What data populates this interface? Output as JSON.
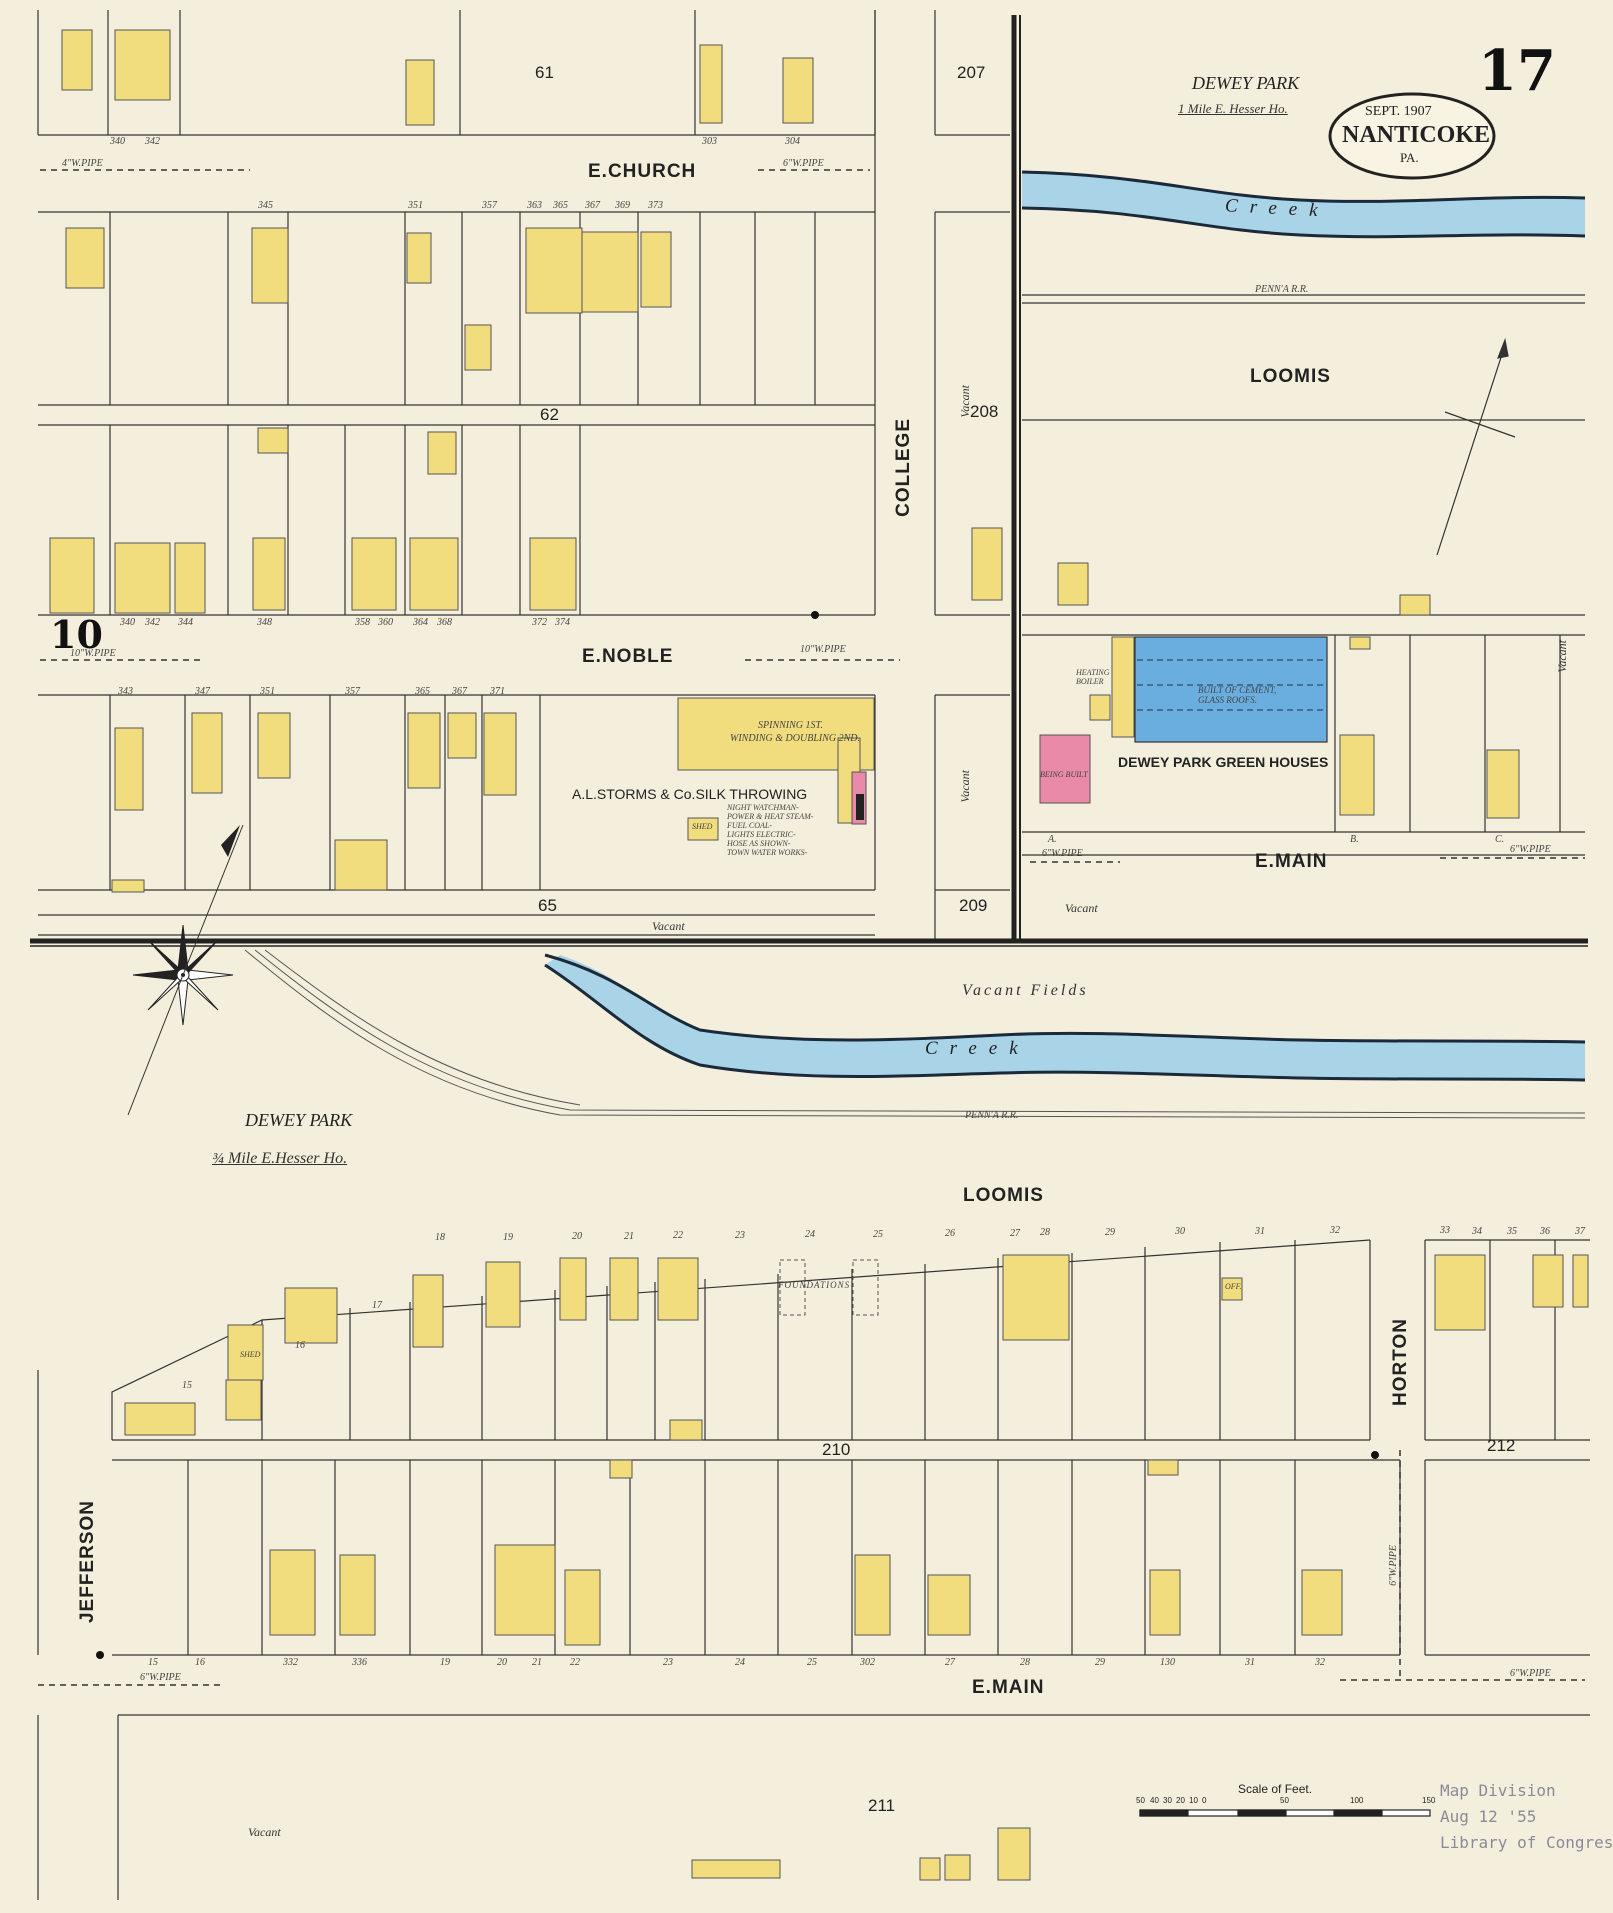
{
  "sheet": {
    "number": "17",
    "adjoining_sheet": "10",
    "cartouche": {
      "date": "SEPT. 1907",
      "city": "NANTICOKE",
      "state": "PA."
    }
  },
  "streets": {
    "e_church": "E.CHURCH",
    "e_noble": "E.NOBLE",
    "college": "COLLEGE",
    "loomis_upper": "LOOMIS",
    "loomis_lower": "LOOMIS",
    "e_main_upper": "E.MAIN",
    "e_main_lower": "E.MAIN",
    "horton": "HORTON",
    "jefferson": "JEFFERSON"
  },
  "blocks": [
    "61",
    "62",
    "65",
    "207",
    "208",
    "209",
    "210",
    "211",
    "212"
  ],
  "features": {
    "creek_upper": "Creek",
    "creek_lower": "Creek",
    "rr_upper": "PENN'A R.R.",
    "rr_lower": "PENN'A R.R.",
    "vacant_fields": "Vacant Fields",
    "vacant_1": "Vacant",
    "vacant_2": "Vacant",
    "vacant_3": "Vacant",
    "vacant_4": "Vacant",
    "vacant_5": "Vacant",
    "vacant_6": "Vacant"
  },
  "dewey_park": {
    "upper_title": "DEWEY PARK",
    "upper_distance": "1 Mile E. Hesser Ho.",
    "lower_title": "DEWEY PARK",
    "lower_distance": "¾ Mile E.Hesser Ho.",
    "green_houses": "DEWEY PARK GREEN HOUSES",
    "glass_houses_note": "BUILT OF CEMENT, GLASS ROOFS.",
    "heating_boiler": "HEATING BOILER",
    "dwelling_built": "BEING BUILT"
  },
  "silk_mill": {
    "name": "A.L.STORMS & Co.SILK THROWING",
    "spinning": "SPINNING 1ST.",
    "winding": "WINDING & DOUBLING 2ND.",
    "notes": [
      "NIGHT WATCHMAN-",
      "POWER & HEAT STEAM-",
      "FUEL COAL-",
      "LIGHTS ELECTRIC-",
      "HOSE AS SHOWN-",
      "TOWN WATER WORKS-"
    ],
    "shed": "SHED"
  },
  "pipes": {
    "p1": "4\"W.PIPE",
    "p2": "6\"W.PIPE",
    "p3": "10\"W.PIPE",
    "p4": "10\"W.PIPE",
    "p5": "6\"W.PIPE",
    "p6": "6\"W.PIPE",
    "p7": "6\"W.PIPE",
    "p8": "6\"W.PIPE",
    "p9": "6\"W.PIPE"
  },
  "lot_numbers": {
    "church_n": [
      "340",
      "342",
      "303",
      "304"
    ],
    "church_s": [
      "345",
      "351",
      "357",
      "363",
      "365",
      "367",
      "369",
      "373"
    ],
    "noble_n": [
      "340",
      "342",
      "344",
      "348",
      "358",
      "360",
      "364",
      "368",
      "372",
      "374"
    ],
    "noble_s": [
      "343",
      "347",
      "351",
      "357",
      "365",
      "367",
      "371"
    ],
    "loomis_s": [
      "15",
      "16",
      "17",
      "18",
      "19",
      "20",
      "21",
      "22",
      "23",
      "24",
      "25",
      "26",
      "27",
      "28",
      "29",
      "30",
      "31",
      "32",
      "33",
      "34",
      "35",
      "36",
      "37"
    ],
    "main_n": [
      "15",
      "16",
      "332",
      "336",
      "19",
      "20",
      "21",
      "22",
      "23",
      "24",
      "25",
      "302",
      "27",
      "28",
      "29",
      "130",
      "31",
      "32"
    ]
  },
  "misc": {
    "foundations": "FOUNDATIONS",
    "shed": "SHED",
    "off": "OFF.",
    "lot_a": "A.",
    "lot_b": "B.",
    "lot_c": "C."
  },
  "scale": {
    "title": "Scale of Feet.",
    "ticks": [
      "50",
      "40",
      "30",
      "20",
      "10",
      "0",
      "50",
      "100",
      "150"
    ]
  },
  "stamp": {
    "line1": "Map Division",
    "line2": "Aug 12 '55",
    "line3": "Library of Congress"
  },
  "colors": {
    "paper": "#f4efdc",
    "frame_building": "#f2dd7e",
    "brick_building": "#e88aa8",
    "cement_building": "#6aaee0",
    "water": "#a9d3e6",
    "creek_bank": "#1b2a3a",
    "lines": "#333333"
  },
  "icons": [
    "compass-rose-icon",
    "north-arrow-icon",
    "hydrant-icon"
  ]
}
